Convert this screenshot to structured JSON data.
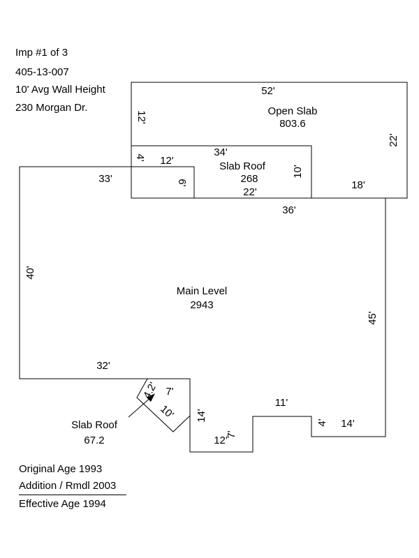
{
  "header": {
    "imp": "Imp #1 of 3",
    "parcel": "405-13-007",
    "wall_height": "10' Avg Wall Height",
    "address": "230 Morgan Dr."
  },
  "areas": {
    "open_slab": {
      "name": "Open Slab",
      "area": "803.6"
    },
    "slab_roof_upper": {
      "name": "Slab Roof",
      "area": "268"
    },
    "main_level": {
      "name": "Main Level",
      "area": "2943"
    },
    "slab_roof_small": {
      "name": "Slab Roof",
      "area": "67.2"
    }
  },
  "dimensions": {
    "open_top": "52'",
    "open_left": "12'",
    "open_right": "22'",
    "open_bottom_right": "18'",
    "roof_top": "34'",
    "roof_left_small": "4'",
    "roof_left_run": "12'",
    "roof_inner": "10'",
    "roof_bottom": "22'",
    "main_top_left": "33'",
    "main_step": "6'",
    "main_top_right": "36'",
    "main_left": "40'",
    "main_right": "45'",
    "main_bottom_left": "32'",
    "bay_a": "4.2'",
    "bay_b": "7'",
    "bay_c": "10'",
    "notch_left": "14'",
    "notch_bottom": "12'",
    "notch_up": "7'",
    "notch_top": "11'",
    "notch_down": "4'",
    "bottom_right": "14'"
  },
  "footer": {
    "original_age": "Original Age 1993",
    "addition": "Addition / Rmdl 2003",
    "effective_age": "Effective Age 1994"
  }
}
